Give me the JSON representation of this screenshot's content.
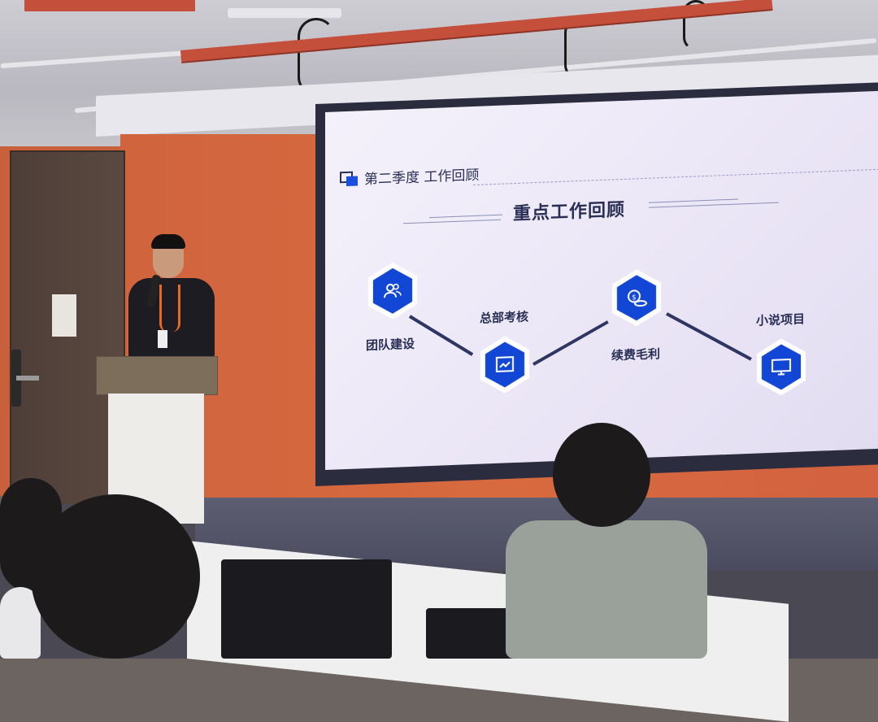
{
  "slide": {
    "header": "第二季度 工作回顾",
    "title": "重点工作回顾",
    "nodes": [
      {
        "label": "团队建设",
        "icon": "team-icon"
      },
      {
        "label": "总部考核",
        "icon": "trend-chart-icon"
      },
      {
        "label": "续费毛利",
        "icon": "coins-icon"
      },
      {
        "label": "小说项目",
        "icon": "monitor-icon"
      }
    ]
  },
  "colors": {
    "wall": "#d86a3f",
    "accent_blue": "#1247d6",
    "slide_text": "#2a2f55"
  }
}
